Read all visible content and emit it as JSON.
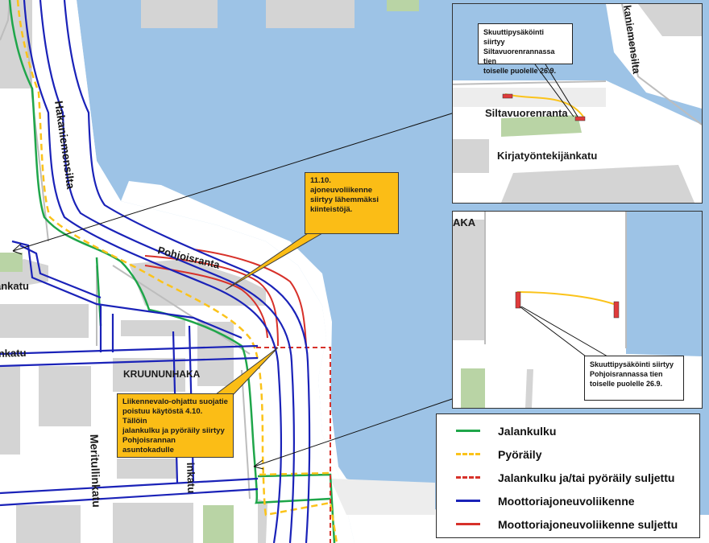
{
  "map": {
    "street_labels": {
      "hakaniemensilta": "Hakaniemensilta",
      "pohjoisranta": "Pohjoisranta",
      "kruununhaka": "KRUUNUNHAKA",
      "meritullinkatu": "Meritullinkatu",
      "ankatu_top": "ankatu",
      "ankatu_mid": "nkatu",
      "inkatu": "inkatu"
    }
  },
  "callouts": {
    "top": "11.10.\najoneuvoliikenne\nsiirtyy lähemmäksi\nkiinteistöjä.",
    "bottom": "Liikennevalo-ohjattu suojatie\npoistuu käytöstä 4.10. Tällöin\njalankulku ja pyöräily siirtyy\nPohjoisrannan asuntokadulle"
  },
  "insets": {
    "top": {
      "note": "Skuuttipysäköinti siirtyy\nSiltavuorenrannassa tien\ntoiselle puolelle 26.9.",
      "labels": {
        "siltavuorenranta": "Siltavuorenranta",
        "kirjatyontekijankatu": "Kirjatyöntekijänkatu",
        "kaniemensilta": "kaniemensilta"
      }
    },
    "bottom": {
      "note": "Skuuttipysäköinti siirtyy\nPohjoisrannassa tien\ntoiselle puolelle 26.9.",
      "labels": {
        "aka": "AKA"
      }
    }
  },
  "legend": {
    "items": [
      {
        "label": "Jalankulku",
        "color": "#1fa64a",
        "style": "solid"
      },
      {
        "label": "Pyöräily",
        "color": "#fbc31a",
        "style": "dashed"
      },
      {
        "label": "Jalankulku ja/tai pyöräily suljettu",
        "color": "#d7312a",
        "style": "dashed"
      },
      {
        "label": "Moottoriajoneuvoliikenne",
        "color": "#1a22b8",
        "style": "solid"
      },
      {
        "label": "Moottoriajoneuvoliikenne suljettu",
        "color": "#d7312a",
        "style": "solid"
      }
    ]
  },
  "colors": {
    "water": "#9dc3e6",
    "land": "#ffffff",
    "block": "#d4d4d4",
    "park": "#b9d4a5",
    "road": "#ededed"
  }
}
